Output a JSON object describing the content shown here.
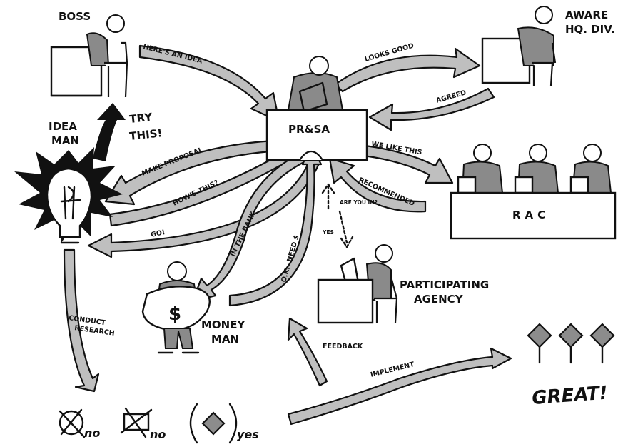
{
  "nodes": {
    "boss": "BOSS",
    "aware_line1": "AWARE",
    "aware_line2": "HQ. DIV.",
    "prsa": "PR&SA",
    "rac": "RAC",
    "idea_man_line1": "IDEA",
    "idea_man_line2": "MAN",
    "try_line1": "TRY",
    "try_line2": "THIS!",
    "participating_line1": "PARTICIPATING",
    "participating_line2": "AGENCY",
    "money_man_line1": "MONEY",
    "money_man_line2": "MAN",
    "great": "GREAT!"
  },
  "flows": {
    "heres_an_idea": "HERE'S AN IDEA",
    "looks_good": "LOOKS GOOD",
    "agreed": "AGREED",
    "we_like_this": "WE LIKE THIS",
    "recommended": "RECOMMENDED",
    "make_proposal": "MAKE PROPOSAL",
    "hows_this": "HOW'S THIS?",
    "go": "GO!",
    "in_the_bank": "IN THE BANK",
    "ok_need_money": "O.K.- NEED $",
    "are_you_in": "ARE YOU IN?",
    "yes": "YES",
    "conduct_research_line1": "CONDUCT",
    "conduct_research_line2": "RESEARCH",
    "feedback": "FEEDBACK",
    "implement": "IMPLEMENT"
  },
  "outcomes": {
    "no_1": "no",
    "no_2": "no",
    "yes": "yes"
  },
  "icons": {
    "money_bag_symbol": "$"
  }
}
